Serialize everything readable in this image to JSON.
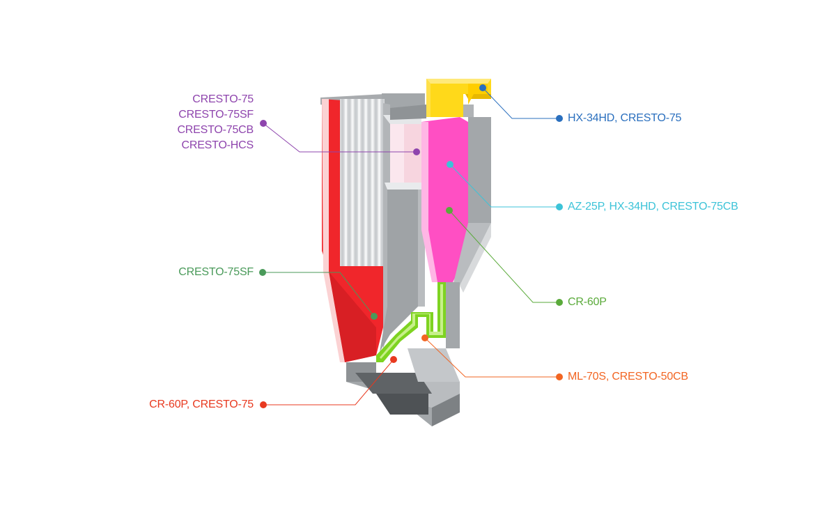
{
  "colors": {
    "gray_light": "#b9bcbf",
    "gray_mid": "#a3a7aa",
    "gray_dark": "#7d8184",
    "red": "#f0262b",
    "red_dark": "#c91a1f",
    "pink": "#ff4fc3",
    "pink_light": "#fbe7ee",
    "yellow": "#ffd91a",
    "green": "#7ed321",
    "purple": "#8e44ad",
    "blue": "#2a6fbe",
    "cyan": "#3cc3d8",
    "green_callout": "#5aaa3a",
    "green_dark": "#4a9a5a",
    "orange": "#f26522",
    "red_orange": "#e8391f"
  },
  "callouts": {
    "purple_group": {
      "lines": [
        "CRESTO-75",
        "CRESTO-75SF",
        "CRESTO-75CB",
        "CRESTO-HCS"
      ],
      "color": "#8e44ad"
    },
    "blue": {
      "text": "HX-34HD, CRESTO-75",
      "color": "#2a6fbe"
    },
    "cyan": {
      "text": "AZ-25P, HX-34HD, CRESTO-75CB",
      "color": "#3cc3d8"
    },
    "green_left": {
      "text": "CRESTO-75SF",
      "color": "#4a9a5a"
    },
    "green_right": {
      "text": "CR-60P",
      "color": "#5aaa3a"
    },
    "orange_right": {
      "text": "ML-70S, CRESTO-50CB",
      "color": "#f26522"
    },
    "orange_left": {
      "text": "CR-60P, CRESTO-75",
      "color": "#e8391f"
    }
  }
}
